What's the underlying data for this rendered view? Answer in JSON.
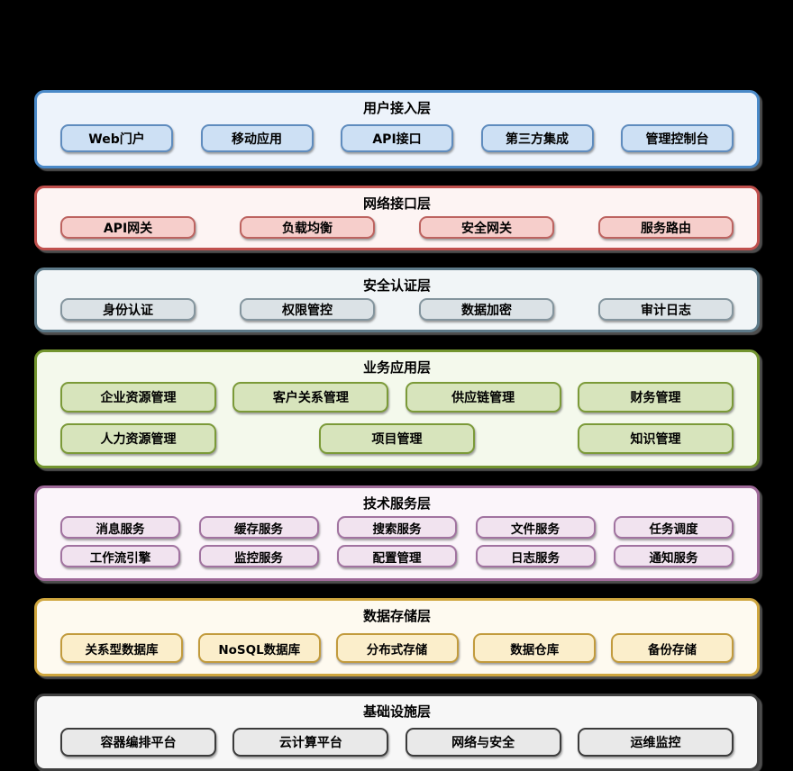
{
  "background": "#000000",
  "title_color": "#000000",
  "layers": [
    {
      "title": "用户接入层",
      "colors": {
        "panel_fill": "#edf3fb",
        "panel_border": "#4a89c8",
        "box_fill": "#cde0f4",
        "box_border": "#5f8cbe"
      },
      "rows": [
        [
          "Web门户",
          "移动应用",
          "API接口",
          "第三方集成",
          "管理控制台"
        ]
      ]
    },
    {
      "title": "网络接口层",
      "colors": {
        "panel_fill": "#fdf4f3",
        "panel_border": "#c0504d",
        "box_fill": "#f6cecb",
        "box_border": "#bd6360"
      },
      "rows": [
        [
          "API网关",
          "负载均衡",
          "安全网关",
          "服务路由"
        ]
      ]
    },
    {
      "title": "安全认证层",
      "colors": {
        "panel_fill": "#f1f5f7",
        "panel_border": "#5d7a89",
        "box_fill": "#dbe2e6",
        "box_border": "#84959e"
      },
      "rows": [
        [
          "身份认证",
          "权限管控",
          "数据加密",
          "审计日志"
        ]
      ]
    },
    {
      "title": "业务应用层",
      "colors": {
        "panel_fill": "#f4f9ec",
        "panel_border": "#73952f",
        "box_fill": "#d7e4bc",
        "box_border": "#7b9a38"
      },
      "rows": [
        [
          "企业资源管理",
          "客户关系管理",
          "供应链管理",
          "财务管理"
        ],
        [
          "人力资源管理",
          "项目管理",
          "知识管理"
        ]
      ]
    },
    {
      "title": "技术服务层",
      "colors": {
        "panel_fill": "#fbf5fa",
        "panel_border": "#9f6a99",
        "box_fill": "#f1e3ef",
        "box_border": "#a173a0"
      },
      "rows": [
        [
          "消息服务",
          "缓存服务",
          "搜索服务",
          "文件服务",
          "任务调度"
        ],
        [
          "工作流引擎",
          "监控服务",
          "配置管理",
          "日志服务",
          "通知服务"
        ]
      ]
    },
    {
      "title": "数据存储层",
      "colors": {
        "panel_fill": "#fefaf0",
        "panel_border": "#cfa63e",
        "box_fill": "#fbeecb",
        "box_border": "#c29b3d"
      },
      "rows": [
        [
          "关系型数据库",
          "NoSQL数据库",
          "分布式存储",
          "数据仓库",
          "备份存储"
        ]
      ]
    },
    {
      "title": "基础设施层",
      "colors": {
        "panel_fill": "#f7f7f7",
        "panel_border": "#3f3f3f",
        "box_fill": "#e9e9e9",
        "box_border": "#3b3b3b"
      },
      "rows": [
        [
          "容器编排平台",
          "云计算平台",
          "网络与安全",
          "运维监控"
        ]
      ]
    }
  ]
}
